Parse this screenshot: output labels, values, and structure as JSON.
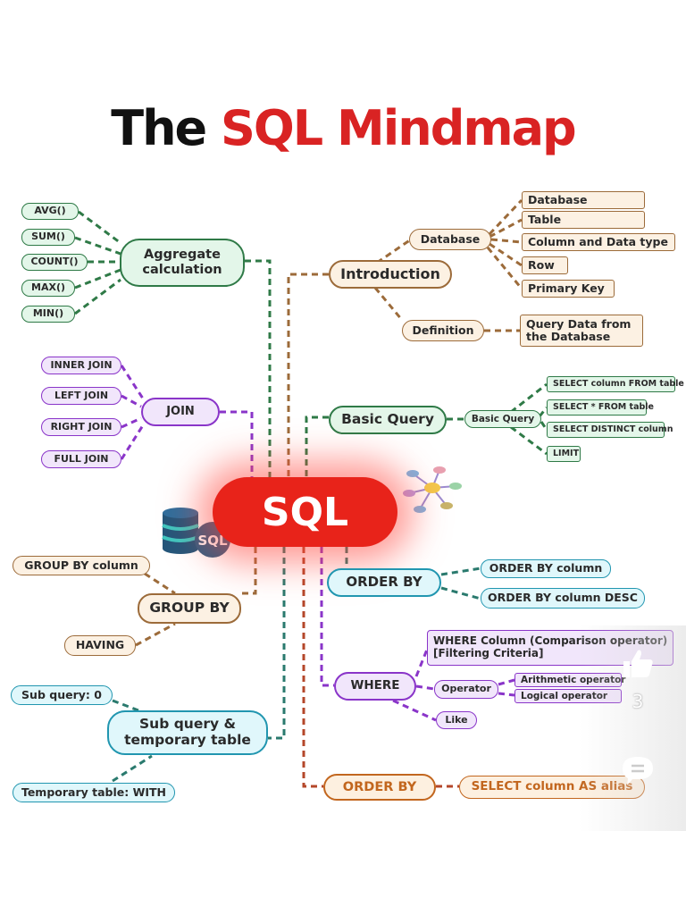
{
  "title": {
    "part1": "The",
    "part2": "SQL Mindmap"
  },
  "center": {
    "label": "SQL"
  },
  "aggregate": {
    "label": "Aggregate calculation",
    "items": [
      "AVG()",
      "SUM()",
      "COUNT()",
      "MAX()",
      "MIN()"
    ]
  },
  "join": {
    "label": "JOIN",
    "items": [
      "INNER JOIN",
      "LEFT JOIN",
      "RIGHT JOIN",
      "FULL JOIN"
    ]
  },
  "introduction": {
    "label": "Introduction",
    "database": {
      "label": "Database",
      "items": [
        "Database",
        "Table",
        "Column and Data type",
        "Row",
        "Primary Key"
      ]
    },
    "definition": {
      "label": "Definition",
      "text": "Query Data from the Database"
    }
  },
  "basic_query": {
    "label": "Basic Query",
    "sub_label": "Basic Query",
    "items": [
      "SELECT column FROM table",
      "SELECT * FROM table",
      "SELECT DISTINCT column",
      "LIMIT"
    ]
  },
  "group_by": {
    "label": "GROUP BY",
    "items": [
      "GROUP BY column",
      "HAVING"
    ]
  },
  "subquery": {
    "label": "Sub query & temporary table",
    "items": [
      "Sub query: 0",
      "Temporary table: WITH"
    ]
  },
  "order_by": {
    "label": "ORDER BY",
    "items": [
      "ORDER BY column",
      "ORDER BY column DESC"
    ]
  },
  "where": {
    "label": "WHERE",
    "condition": "WHERE Column (Comparison operator) [Filtering Criteria]",
    "operator": {
      "label": "Operator",
      "items": [
        "Arithmetic operator",
        "Logical operator"
      ]
    },
    "like": "Like"
  },
  "order_by_alias": {
    "label": "ORDER BY",
    "item": "SELECT column AS alias"
  },
  "likes": {
    "count": "3"
  },
  "colors": {
    "green": "#2f7a47",
    "purple": "#8a35c9",
    "orange": "#c2661e",
    "brown": "#9c6b3a",
    "blue": "#2196b0",
    "red": "#e8231a",
    "title_red": "#d92323"
  }
}
